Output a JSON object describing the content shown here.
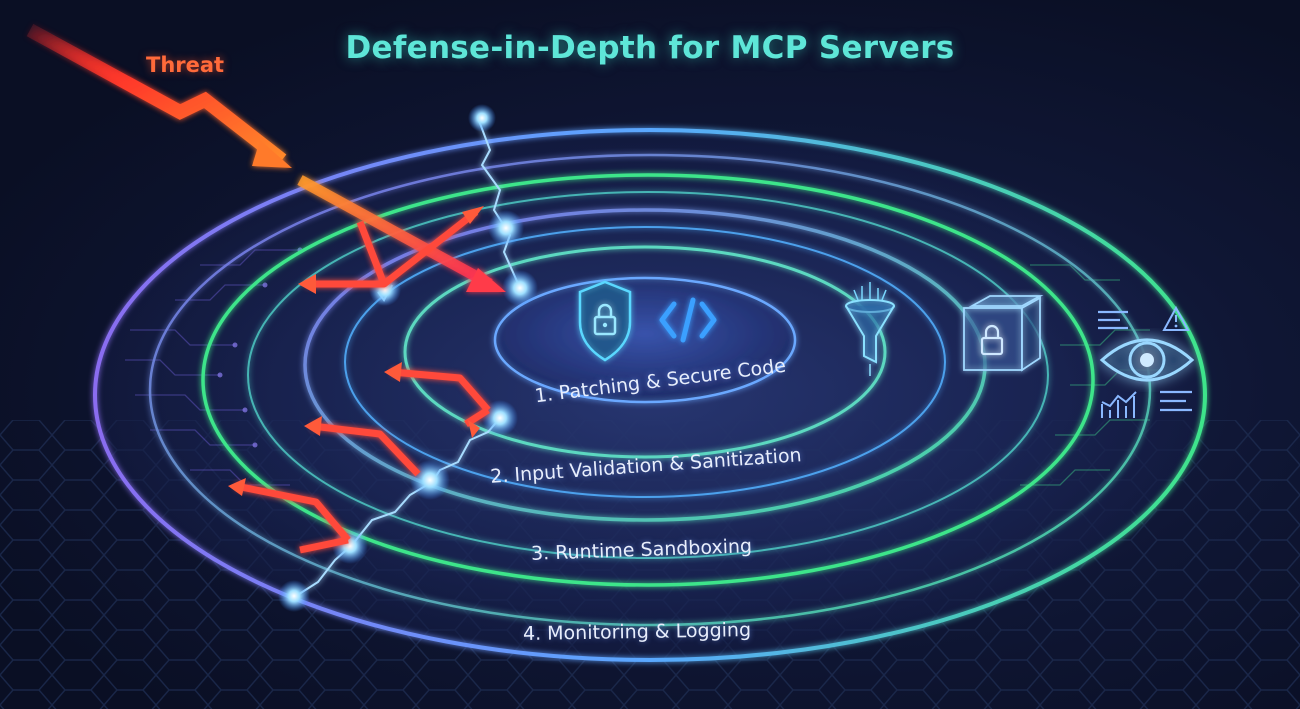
{
  "title": "Defense-in-Depth for MCP Servers",
  "threat_label": "Threat",
  "layers": [
    {
      "label": "1. Patching & Secure Code",
      "icons": [
        "shield-lock-icon",
        "code-brackets-icon"
      ]
    },
    {
      "label": "2. Input Validation & Sanitization",
      "icons": [
        "funnel-filter-icon"
      ]
    },
    {
      "label": "3. Runtime Sandboxing",
      "icons": [
        "locked-cube-icon"
      ]
    },
    {
      "label": "4. Monitoring & Logging",
      "icons": [
        "eye-icon",
        "log-list-icon",
        "warning-icon",
        "bar-chart-icon"
      ]
    }
  ],
  "colors": {
    "background": "#0b1024",
    "title": "#5ee6d8",
    "threat": "#ff5a2a",
    "ring_green": "#3ee58a",
    "ring_purple": "#8a6cf0",
    "ring_blue": "#5aa8ff",
    "lightning": "#9fd8ff"
  }
}
